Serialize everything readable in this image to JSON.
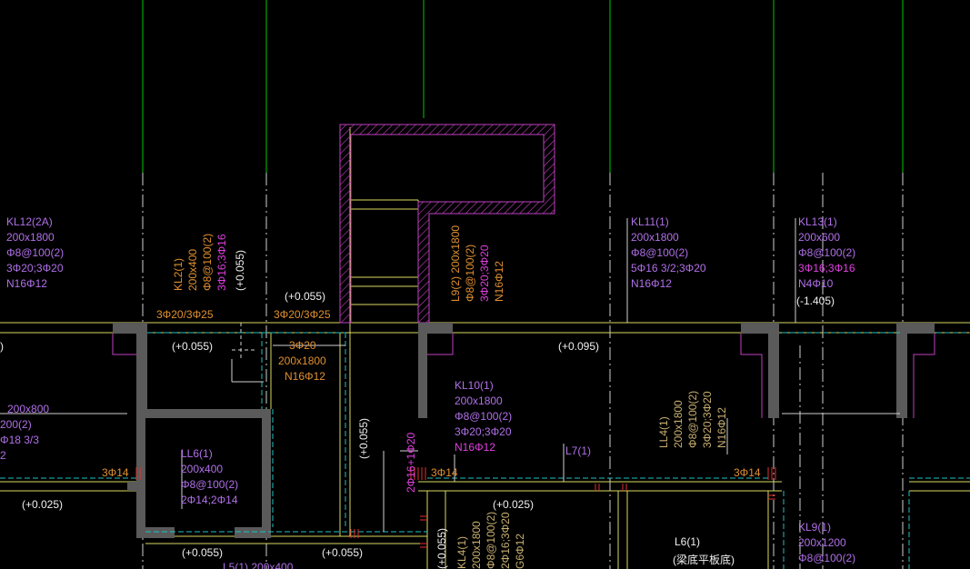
{
  "colors": {
    "background": "#000000",
    "axis": "#00c800",
    "beam": "#d8d860",
    "wall": "#5a5a5a",
    "hatch": "#c040c0",
    "label_purple": "#b070e8",
    "label_magenta": "#e040e0",
    "label_orange": "#e09030",
    "label_white": "#f0f0f0",
    "label_tan": "#c8b070",
    "dash": "#20c0c0",
    "rebar_red": "#e03030"
  },
  "labels": {
    "kl12": [
      "KL12(2A)",
      "200x1800",
      "Φ8@100(2)",
      "3Φ20;3Φ20",
      "N16Φ12"
    ],
    "kl11": [
      "KL11(1)",
      "200x1800",
      "Φ8@100(2)",
      "5Φ16 3/2;3Φ20",
      "N16Φ12"
    ],
    "kl13": [
      "KL13(1)",
      "200x600",
      "Φ8@100(2)",
      "3Φ16;3Φ16",
      "N4Φ10",
      "(-1.405)"
    ],
    "kl10": [
      "KL10(1)",
      "200x1800",
      "Φ8@100(2)",
      "3Φ20;3Φ20",
      "N16Φ12"
    ],
    "ll6": [
      "LL6(1)",
      "200x400",
      "Φ8@100(2)",
      "2Φ14;2Φ14"
    ],
    "kl2": [
      "KL2(1)",
      "200x400",
      "Φ8@100(2)",
      "3Φ16;3Φ16",
      "(+0.055)"
    ],
    "l9": [
      "L9(2) 200x1800",
      "Φ8@100(2)",
      "3Φ20;3Φ20",
      "N16Φ12"
    ],
    "ll4": [
      "LL4(1)",
      "200x1800",
      "Φ8@100(2)",
      "3Φ20;3Φ20",
      "N16Φ12"
    ],
    "kl4": [
      "KL4(1)",
      "200x1800",
      "Φ8@100(2)",
      "2Φ16;3Φ20",
      "G6Φ12"
    ],
    "mid_beam": [
      "3Φ20",
      "200x1800",
      "N16Φ12"
    ],
    "left_partial": [
      "200x800",
      "200(2)",
      "Φ18 3/3",
      "2"
    ],
    "kl9": [
      "KL9(1)",
      "200x1200",
      "Φ8@100(2)"
    ],
    "l6": [
      "L6(1)",
      "(梁底平板底)"
    ],
    "l7": "L7(1)",
    "bottom_partial": "L5(1) 200x400",
    "rebar_top_left": "3Φ20/3Φ25",
    "rebar_top_mid": "3Φ20/3Φ25",
    "rebar_3c14_a": "3Φ14",
    "rebar_3c14_b": "3Φ14",
    "rebar_3c14_c": "3Φ14",
    "rebar_vertical": "2Φ16+1Φ20",
    "elev_0055_a": "(+0.055)",
    "elev_0055_b": "(+0.055)",
    "elev_0055_c": "(+0.055)",
    "elev_0055_d": "(+0.055)",
    "elev_0055_v": "(+0.055)",
    "elev_0055_v2": "(+0.055)",
    "elev_0095": "(+0.095)",
    "elev_0025_a": "(+0.025)",
    "elev_0025_b": "(+0.025)",
    "edge_paren": ")"
  }
}
